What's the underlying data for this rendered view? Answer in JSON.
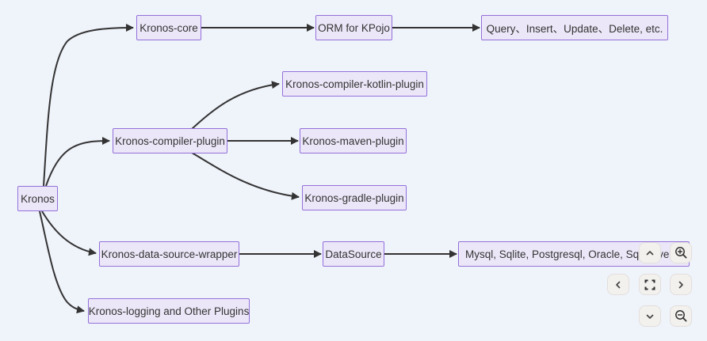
{
  "page": {
    "background": "#eff3fa"
  },
  "diagram": {
    "type": "flowchart-lr",
    "node_style": {
      "fill": "#ece7f8",
      "border": "#9370db",
      "text_color": "#333333"
    },
    "edge_color": "#333333",
    "nodes": [
      {
        "id": "kronos",
        "label": "Kronos"
      },
      {
        "id": "kronos-core",
        "label": "Kronos-core"
      },
      {
        "id": "orm-for-kpojo",
        "label": "ORM for KPojo"
      },
      {
        "id": "crud-etc",
        "label": "Query、Insert、Update、Delete, etc."
      },
      {
        "id": "kronos-compiler-kotlin-plugin",
        "label": "Kronos-compiler-kotlin-plugin"
      },
      {
        "id": "kronos-compiler-plugin",
        "label": "Kronos-compiler-plugin"
      },
      {
        "id": "kronos-maven-plugin",
        "label": "Kronos-maven-plugin"
      },
      {
        "id": "kronos-gradle-plugin",
        "label": "Kronos-gradle-plugin"
      },
      {
        "id": "kronos-data-source-wrapper",
        "label": "Kronos-data-source-wrapper"
      },
      {
        "id": "datasource",
        "label": "DataSource"
      },
      {
        "id": "databases",
        "label": "Mysql, Sqlite, Postgresql, Oracle, SqlServer, etc."
      },
      {
        "id": "kronos-logging",
        "label": "Kronos-logging and Other Plugins"
      }
    ],
    "edges": [
      {
        "from": "kronos",
        "to": "kronos-core"
      },
      {
        "from": "kronos",
        "to": "kronos-compiler-plugin"
      },
      {
        "from": "kronos",
        "to": "kronos-data-source-wrapper"
      },
      {
        "from": "kronos",
        "to": "kronos-logging"
      },
      {
        "from": "kronos-core",
        "to": "orm-for-kpojo"
      },
      {
        "from": "orm-for-kpojo",
        "to": "crud-etc"
      },
      {
        "from": "kronos-compiler-plugin",
        "to": "kronos-compiler-kotlin-plugin"
      },
      {
        "from": "kronos-compiler-plugin",
        "to": "kronos-maven-plugin"
      },
      {
        "from": "kronos-compiler-plugin",
        "to": "kronos-gradle-plugin"
      },
      {
        "from": "kronos-data-source-wrapper",
        "to": "datasource"
      },
      {
        "from": "datasource",
        "to": "databases"
      }
    ]
  },
  "controls": {
    "buttons": [
      {
        "name": "pan-up",
        "icon": "chevron-up-icon"
      },
      {
        "name": "zoom-in",
        "icon": "zoom-in-icon"
      },
      {
        "name": "pan-left",
        "icon": "chevron-left-icon"
      },
      {
        "name": "fullscreen",
        "icon": "fullscreen-icon"
      },
      {
        "name": "pan-right",
        "icon": "chevron-right-icon"
      },
      {
        "name": "pan-down",
        "icon": "chevron-down-icon"
      },
      {
        "name": "zoom-out",
        "icon": "zoom-out-icon"
      }
    ]
  }
}
